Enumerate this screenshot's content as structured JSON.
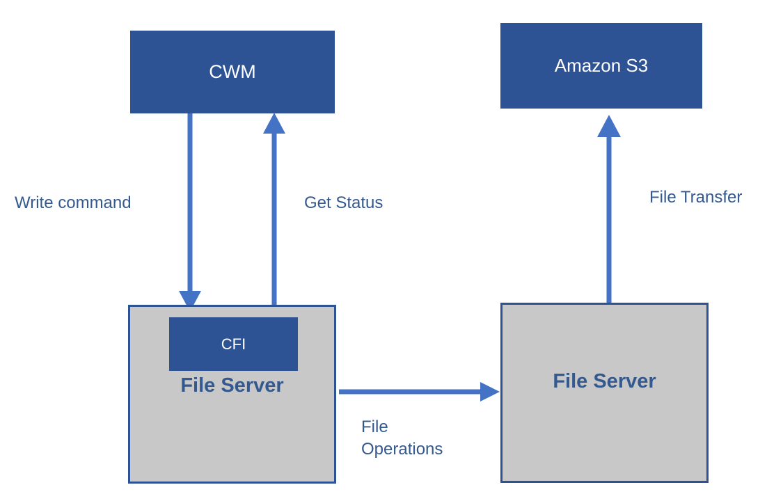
{
  "diagram": {
    "title": "CWM / CFI File Server to Amazon S3 architecture",
    "colors": {
      "node_fill_blue": "#2E5395",
      "node_fill_gray": "#c8c8c8",
      "node_border_blue": "#2E5395",
      "arrow_blue": "#4472C4",
      "label_text_blue": "#34598F",
      "node_text_white": "#FFFFFF",
      "background": "#FFFFFF"
    },
    "nodes": {
      "cwm": {
        "label": "CWM"
      },
      "amazon_s3": {
        "label": "Amazon S3"
      },
      "file_server_left": {
        "label": "File Server"
      },
      "file_server_right": {
        "label": "File Server"
      },
      "cfi": {
        "label": "CFI"
      }
    },
    "edges": [
      {
        "id": "write-command",
        "label": "Write command",
        "from": "cwm",
        "to": "file_server_left",
        "direction": "down"
      },
      {
        "id": "get-status",
        "label": "Get Status",
        "from": "file_server_left",
        "to": "cwm",
        "direction": "up"
      },
      {
        "id": "file-transfer",
        "label": "File Transfer",
        "from": "file_server_right",
        "to": "amazon_s3",
        "direction": "up"
      },
      {
        "id": "file-operations",
        "label": "File\nOperations",
        "from": "file_server_left",
        "to": "file_server_right",
        "direction": "right"
      }
    ]
  }
}
